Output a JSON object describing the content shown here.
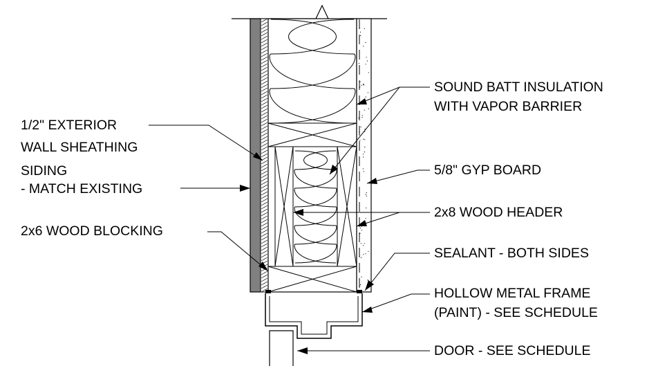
{
  "labels": {
    "sheathing_line1": "1/2\" EXTERIOR",
    "sheathing_line2": "WALL SHEATHING",
    "siding_line1": "SIDING",
    "siding_line2": "- MATCH EXISTING",
    "blocking": "2x6 WOOD BLOCKING",
    "insulation_line1": "SOUND BATT INSULATION",
    "insulation_line2": "WITH VAPOR BARRIER",
    "gyp_board": "5/8\" GYP BOARD",
    "header": "2x8 WOOD HEADER",
    "sealant": "SEALANT - BOTH SIDES",
    "frame_line1": "HOLLOW METAL FRAME",
    "frame_line2": "(PAINT) - SEE SCHEDULE",
    "door": "DOOR - SEE SCHEDULE"
  },
  "colors": {
    "line": "#000000",
    "siding_fill": "#808080",
    "background": "#ffffff"
  }
}
